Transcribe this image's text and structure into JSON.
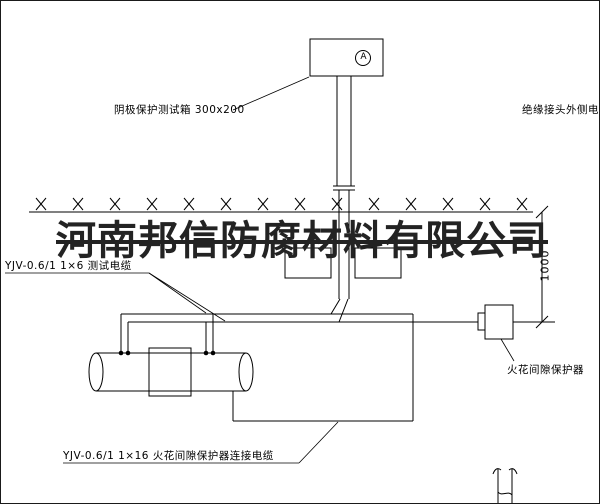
{
  "drawing": {
    "watermark": "河南邦信防腐材料有限公司",
    "test_box_label": "阴极保护测试箱 300x200",
    "right_edge_label": "绝缘接头外侧电缆",
    "test_cable_label": "YJV-0.6/1  1×6   测试电缆",
    "protector_label": "火花间隙保护器",
    "protector_cable_label": "YJV-0.6/1  1×16   火花间隙保护器连接电缆",
    "meter_symbol": "A",
    "dimension_value": "1000"
  }
}
